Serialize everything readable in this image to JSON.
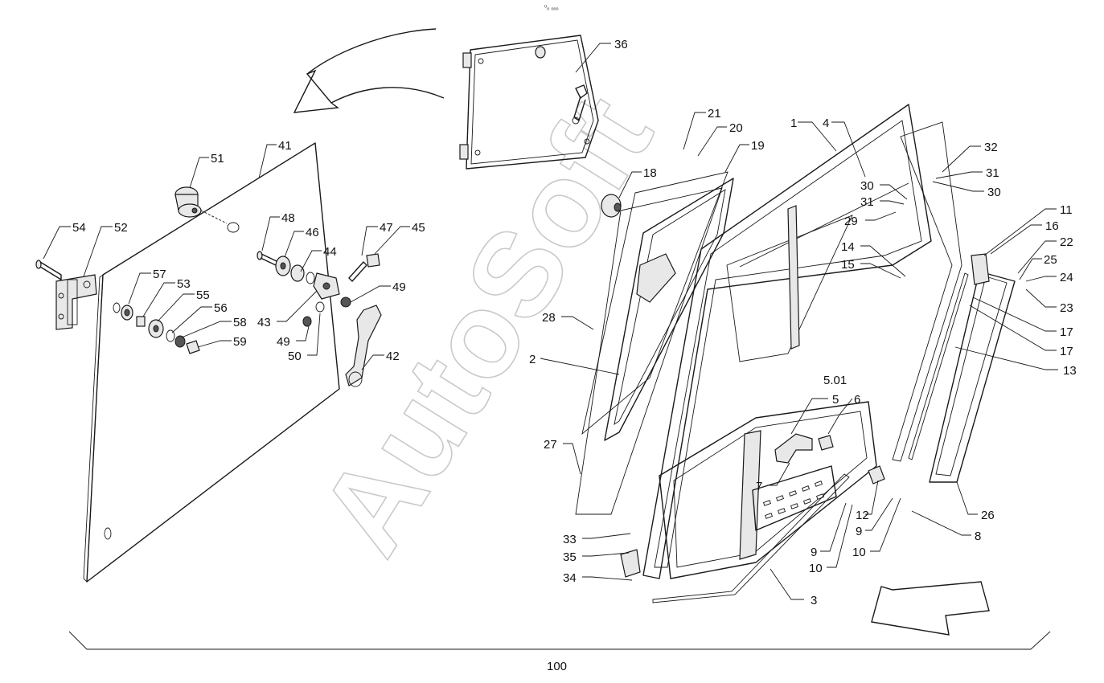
{
  "header_mark": "⁰ₒ ₒₒₒ",
  "watermark": "AutoSoft",
  "assembly_number": "100",
  "callouts": [
    {
      "id": "c1",
      "label": "1"
    },
    {
      "id": "c2",
      "label": "2"
    },
    {
      "id": "c3",
      "label": "3"
    },
    {
      "id": "c4",
      "label": "4"
    },
    {
      "id": "c5",
      "label": "5"
    },
    {
      "id": "c501",
      "label": "5.01"
    },
    {
      "id": "c6",
      "label": "6"
    },
    {
      "id": "c7",
      "label": "7"
    },
    {
      "id": "c8",
      "label": "8"
    },
    {
      "id": "c9a",
      "label": "9"
    },
    {
      "id": "c9b",
      "label": "9"
    },
    {
      "id": "c10a",
      "label": "10"
    },
    {
      "id": "c10b",
      "label": "10"
    },
    {
      "id": "c11",
      "label": "11"
    },
    {
      "id": "c12",
      "label": "12"
    },
    {
      "id": "c13",
      "label": "13"
    },
    {
      "id": "c14",
      "label": "14"
    },
    {
      "id": "c15",
      "label": "15"
    },
    {
      "id": "c16",
      "label": "16"
    },
    {
      "id": "c17a",
      "label": "17"
    },
    {
      "id": "c17b",
      "label": "17"
    },
    {
      "id": "c18",
      "label": "18"
    },
    {
      "id": "c19",
      "label": "19"
    },
    {
      "id": "c20",
      "label": "20"
    },
    {
      "id": "c21",
      "label": "21"
    },
    {
      "id": "c22",
      "label": "22"
    },
    {
      "id": "c23",
      "label": "23"
    },
    {
      "id": "c24",
      "label": "24"
    },
    {
      "id": "c25",
      "label": "25"
    },
    {
      "id": "c26",
      "label": "26"
    },
    {
      "id": "c27",
      "label": "27"
    },
    {
      "id": "c28",
      "label": "28"
    },
    {
      "id": "c29",
      "label": "29"
    },
    {
      "id": "c30a",
      "label": "30"
    },
    {
      "id": "c30b",
      "label": "30"
    },
    {
      "id": "c31a",
      "label": "31"
    },
    {
      "id": "c31b",
      "label": "31"
    },
    {
      "id": "c32",
      "label": "32"
    },
    {
      "id": "c33",
      "label": "33"
    },
    {
      "id": "c34",
      "label": "34"
    },
    {
      "id": "c35",
      "label": "35"
    },
    {
      "id": "c36",
      "label": "36"
    },
    {
      "id": "c41",
      "label": "41"
    },
    {
      "id": "c42",
      "label": "42"
    },
    {
      "id": "c43",
      "label": "43"
    },
    {
      "id": "c44",
      "label": "44"
    },
    {
      "id": "c45",
      "label": "45"
    },
    {
      "id": "c46",
      "label": "46"
    },
    {
      "id": "c47",
      "label": "47"
    },
    {
      "id": "c48",
      "label": "48"
    },
    {
      "id": "c49a",
      "label": "49"
    },
    {
      "id": "c49b",
      "label": "49"
    },
    {
      "id": "c50",
      "label": "50"
    },
    {
      "id": "c51",
      "label": "51"
    },
    {
      "id": "c52",
      "label": "52"
    },
    {
      "id": "c53",
      "label": "53"
    },
    {
      "id": "c54",
      "label": "54"
    },
    {
      "id": "c55",
      "label": "55"
    },
    {
      "id": "c56",
      "label": "56"
    },
    {
      "id": "c57",
      "label": "57"
    },
    {
      "id": "c58",
      "label": "58"
    },
    {
      "id": "c59",
      "label": "59"
    }
  ]
}
